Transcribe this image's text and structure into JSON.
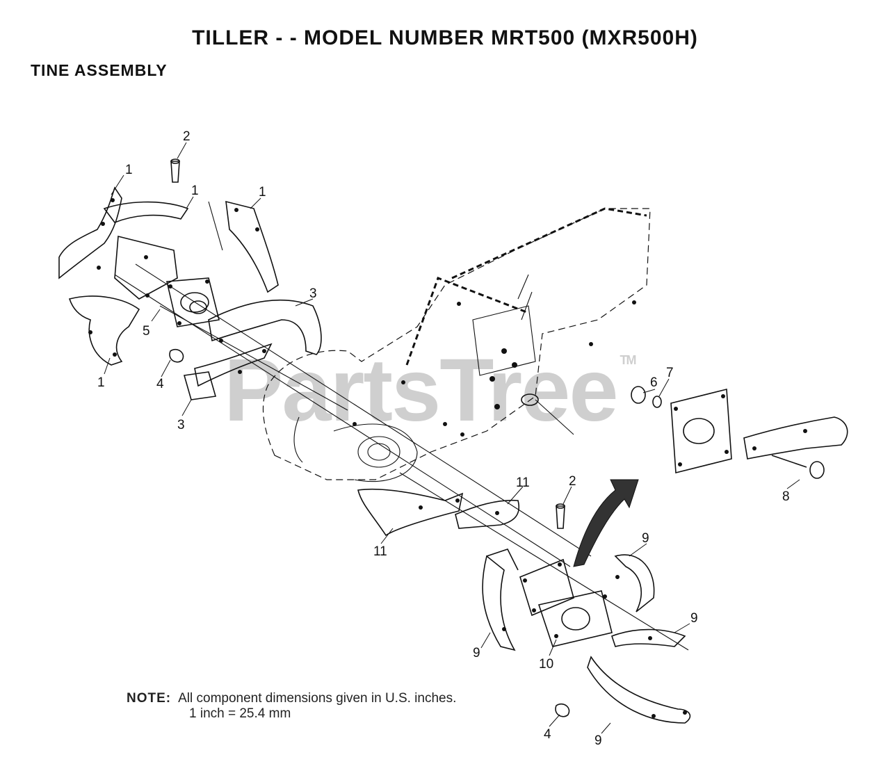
{
  "header": {
    "title": "TILLER - - MODEL NUMBER MRT500 (MXR500H)",
    "subtitle": "TINE ASSEMBLY"
  },
  "watermark": {
    "text": "PartsTree",
    "tm": "TM"
  },
  "note": {
    "label": "NOTE:",
    "line1": "All component dimensions given in U.S. inches.",
    "line2": "1 inch = 25.4 mm"
  },
  "callouts": {
    "c1a": "1",
    "c1b": "1",
    "c1c": "1",
    "c1d": "1",
    "c2a": "2",
    "c2b": "2",
    "c3a": "3",
    "c3b": "3",
    "c4a": "4",
    "c4b": "4",
    "c5": "5",
    "c6": "6",
    "c7": "7",
    "c8": "8",
    "c9a": "9",
    "c9b": "9",
    "c9c": "9",
    "c9d": "9",
    "c10": "10",
    "c11a": "11",
    "c11b": "11"
  }
}
